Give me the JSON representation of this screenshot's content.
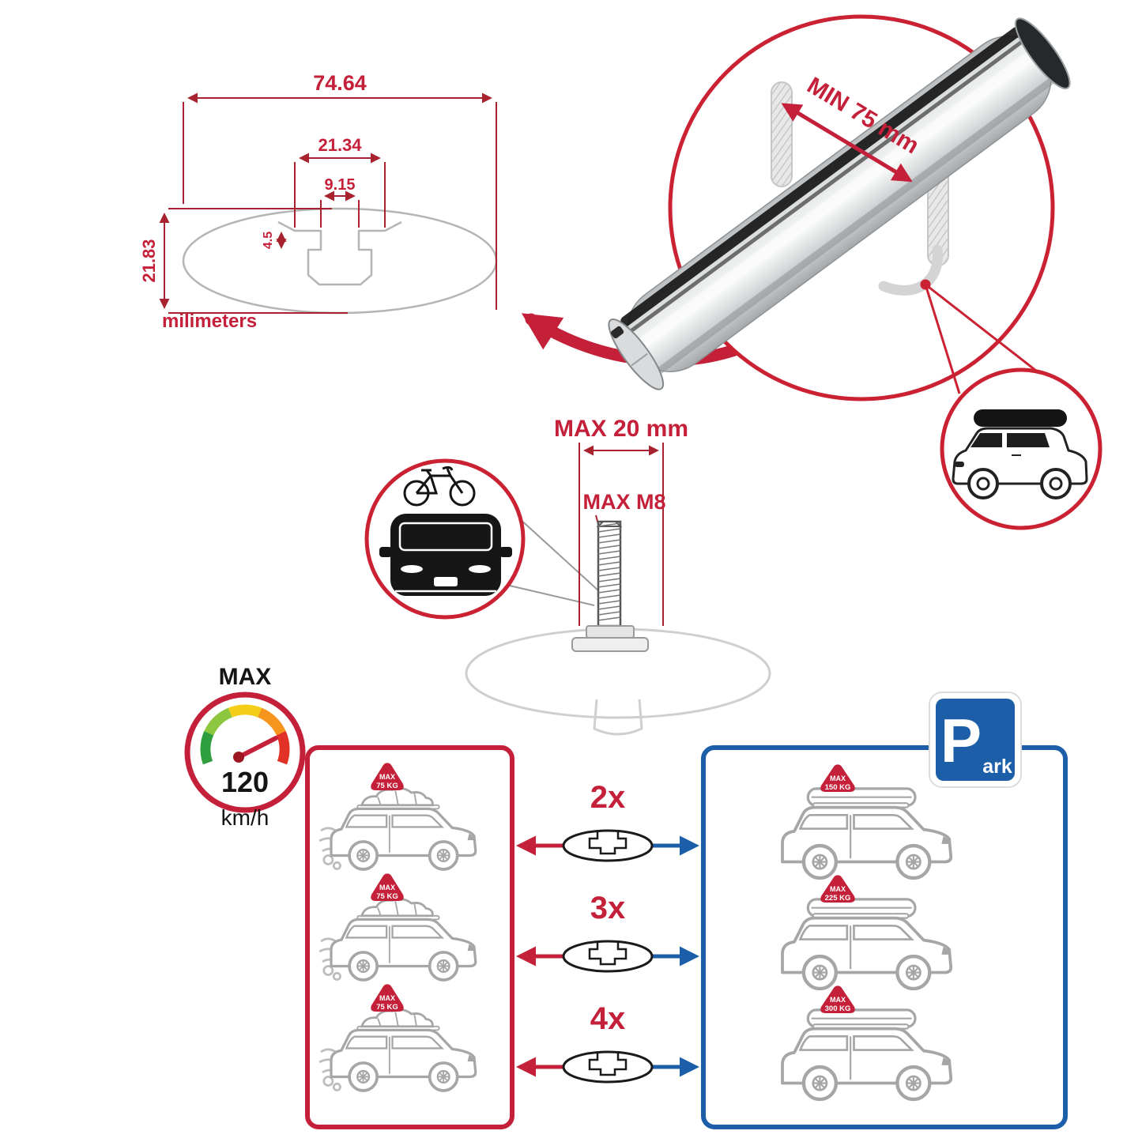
{
  "colors": {
    "accent_red": "#c5203a",
    "accent_blue": "#1c5fa8",
    "car_outline_gray": "#a6a6a6",
    "dimension_line": "#a8232f",
    "bar_silver": "#d9dbdc"
  },
  "profile_dimensions": {
    "total_width": "74.64",
    "channel_outer_width": "21.34",
    "channel_inner_width": "9.15",
    "channel_depth": "4.5",
    "total_height": "21.83",
    "units_label": "milimeters"
  },
  "clamp_detail": {
    "min_grip_label": "MIN 75 mm"
  },
  "bolt_detail": {
    "max_length_label": "MAX 20 mm",
    "max_thread_label": "MAX M8"
  },
  "speed_limit": {
    "title": "MAX",
    "value": "120",
    "unit": "km/h"
  },
  "crossbar_options": {
    "multipliers": [
      "2x",
      "3x",
      "4x"
    ]
  },
  "driving_panel": {
    "cars": [
      {
        "tag_title": "MAX",
        "tag_value": "75 KG"
      },
      {
        "tag_title": "MAX",
        "tag_value": "75 KG"
      },
      {
        "tag_title": "MAX",
        "tag_value": "75 KG"
      }
    ]
  },
  "parking_panel": {
    "sign_letter": "P",
    "sign_rest": "ark",
    "cars": [
      {
        "tag_title": "MAX",
        "tag_value": "150 KG"
      },
      {
        "tag_title": "MAX",
        "tag_value": "225 KG"
      },
      {
        "tag_title": "MAX",
        "tag_value": "300 KG"
      }
    ]
  }
}
